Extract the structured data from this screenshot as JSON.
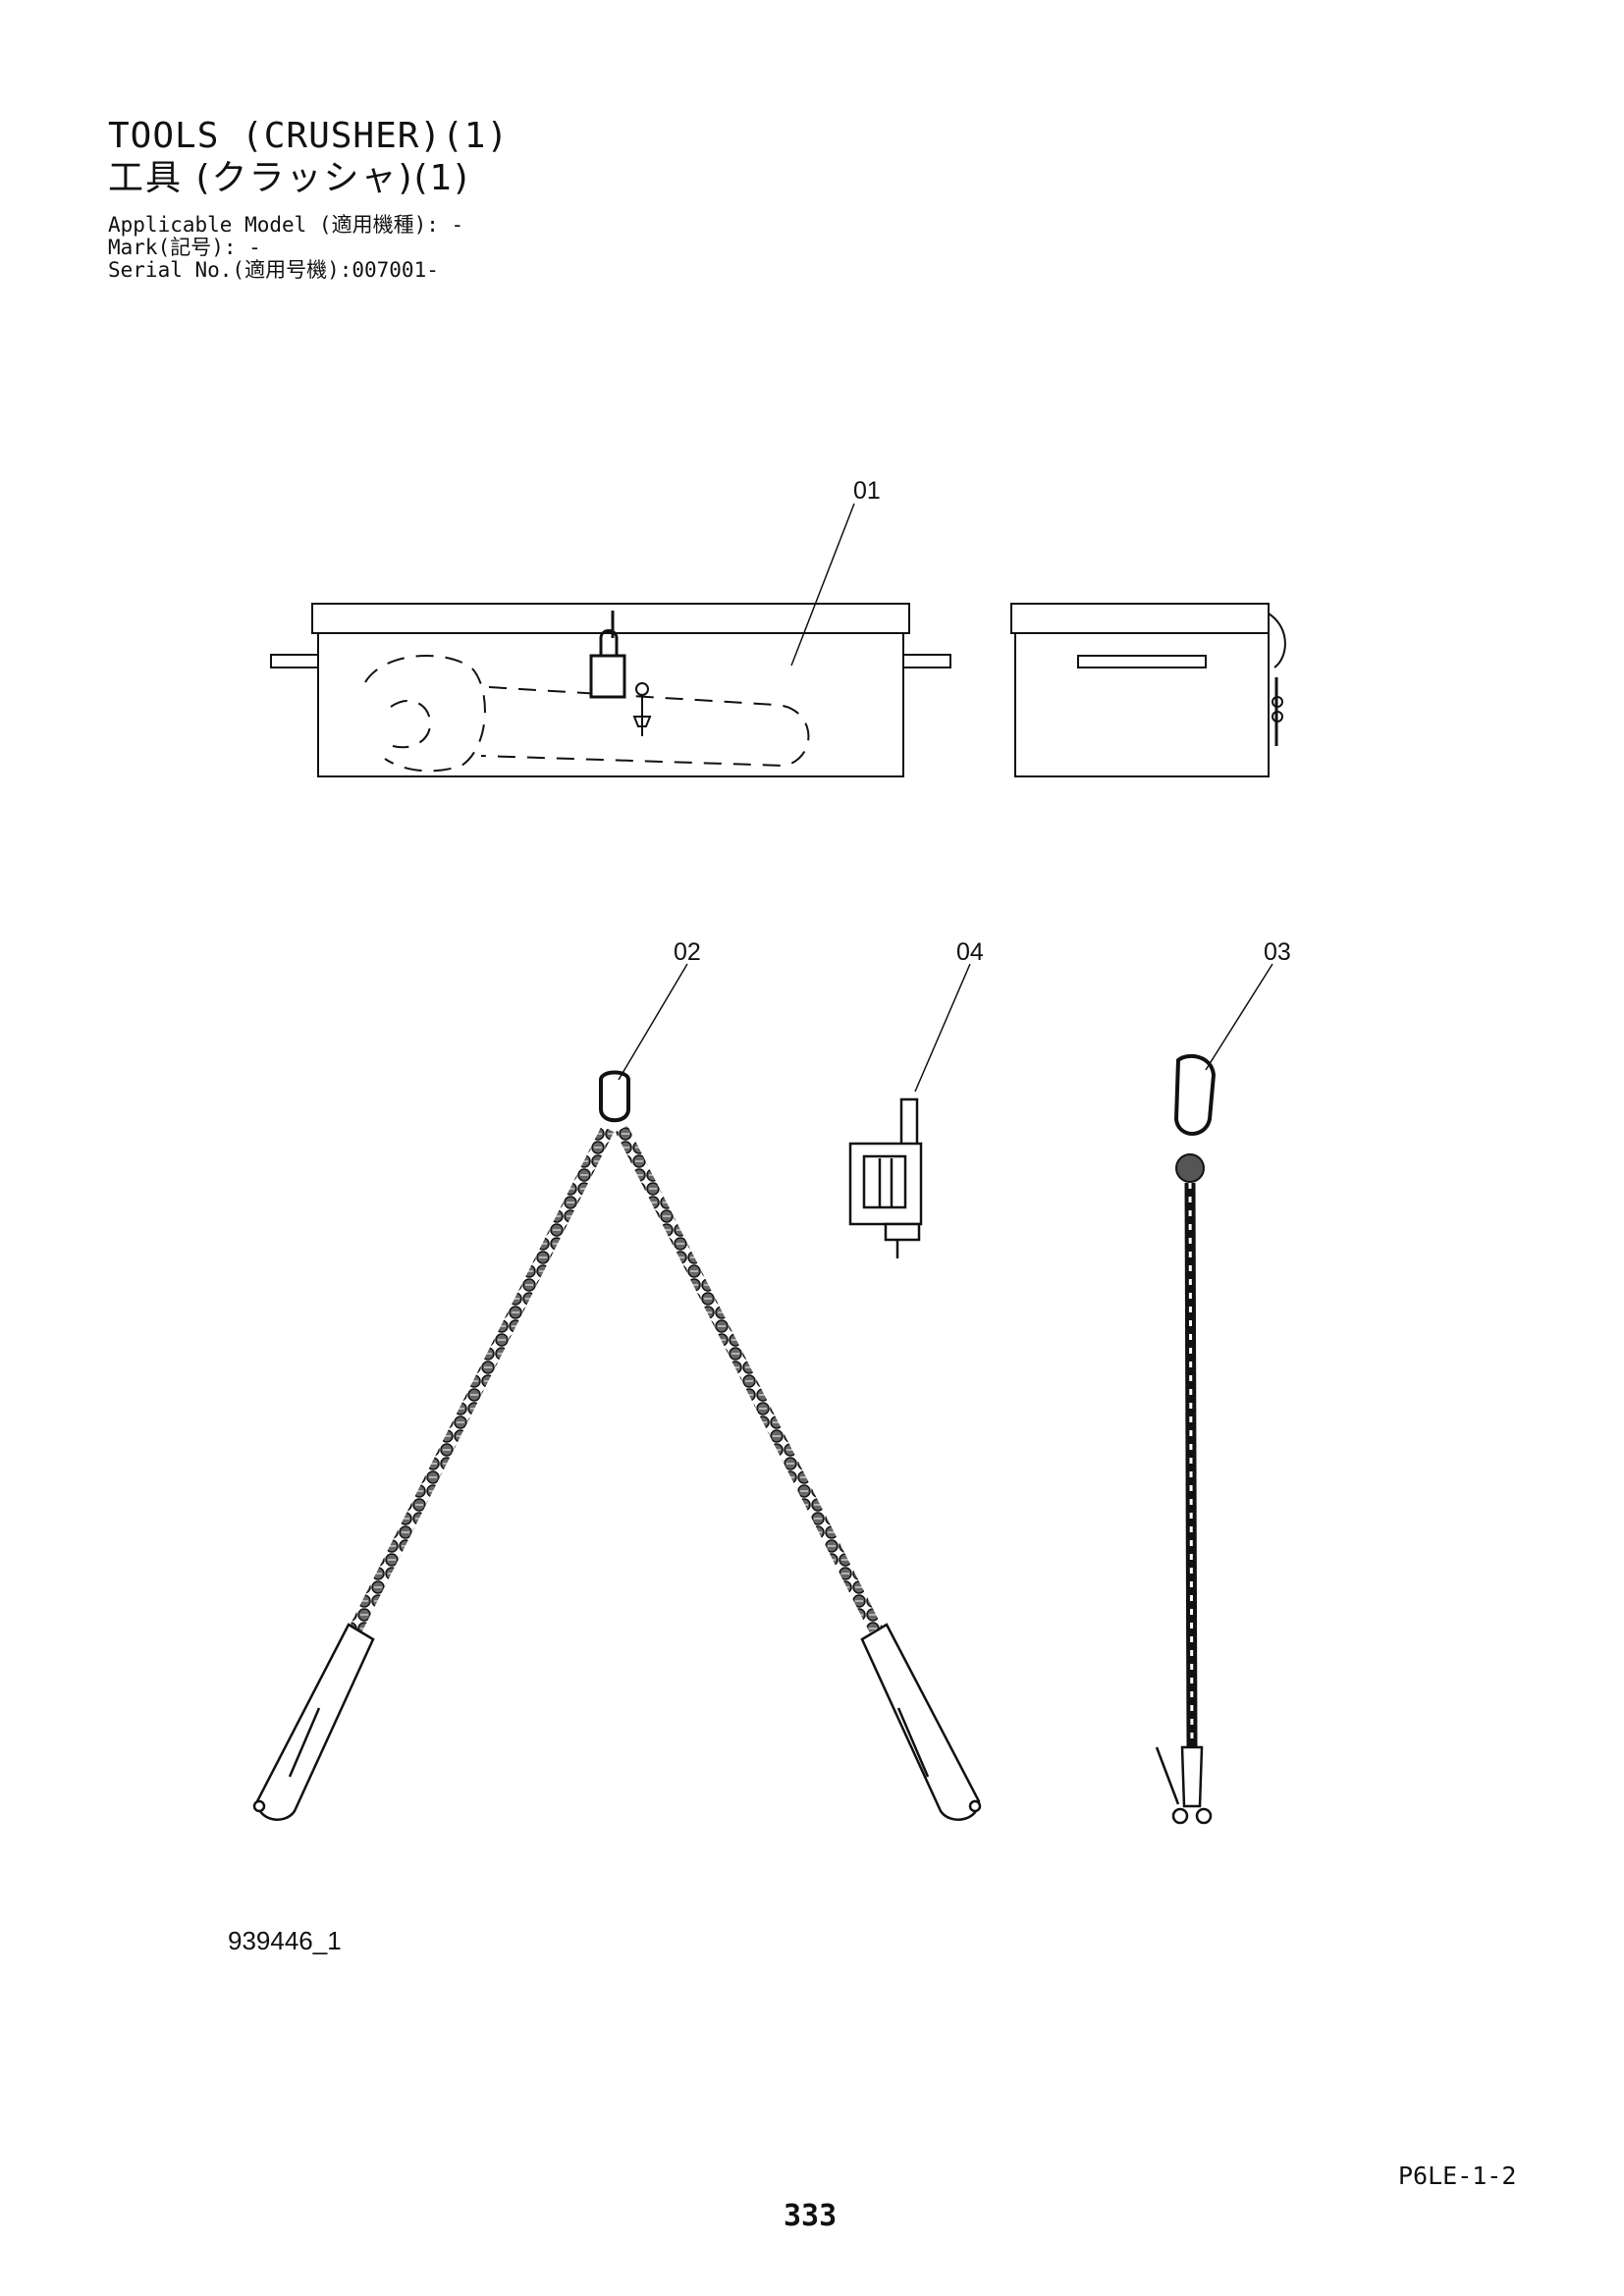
{
  "header": {
    "title_en": "TOOLS (CRUSHER)(1)",
    "title_ja": "工具 (クラッシャ)(1)",
    "applicable_model": "Applicable Model (適用機種): -",
    "mark": "Mark(記号): -",
    "serial": "Serial No.(適用号機):007001-"
  },
  "callouts": [
    "01",
    "02",
    "04",
    "03"
  ],
  "figure_number": "939446_1",
  "page_code": "P6LE-1-2",
  "page_number": "333"
}
